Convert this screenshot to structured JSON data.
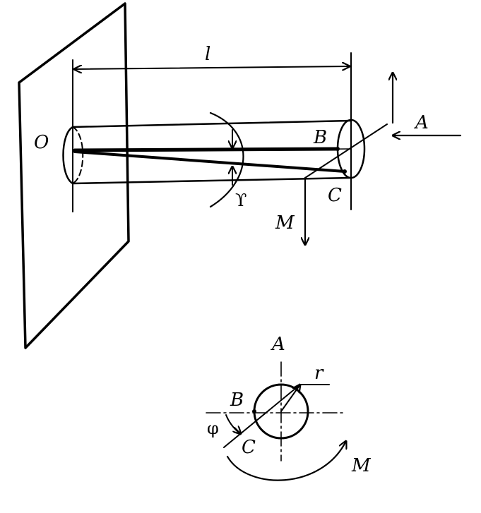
{
  "labels": {
    "length": "l",
    "origin": "O",
    "point_b": "B",
    "point_c": "C",
    "gamma": "ϒ",
    "force_a": "A",
    "moment": "M",
    "section_a": "A",
    "section_b": "B",
    "section_c": "C",
    "radius": "r",
    "phi": "φ",
    "section_moment": "M"
  },
  "colors": {
    "ink": "#000000",
    "background": "#ffffff"
  }
}
